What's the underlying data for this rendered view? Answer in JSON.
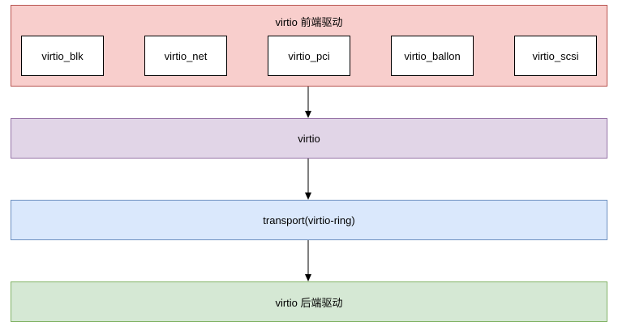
{
  "diagram": {
    "front_end": {
      "title": "virtio 前端驱动",
      "modules": [
        "virtio_blk",
        "virtio_net",
        "virtio_pci",
        "virtio_ballon",
        "virtio_scsi"
      ]
    },
    "virtio_layer": {
      "label": "virtio"
    },
    "transport_layer": {
      "label": "transport(virtio-ring)"
    },
    "back_end": {
      "label": "virtio 后端驱动"
    }
  },
  "colors": {
    "front_fill": "#f8cecc",
    "front_stroke": "#b85450",
    "virtio_fill": "#e1d5e7",
    "virtio_stroke": "#9673a6",
    "transport_fill": "#dae8fc",
    "transport_stroke": "#6c8ebf",
    "back_fill": "#d5e8d4",
    "back_stroke": "#82b366",
    "module_fill": "#ffffff",
    "arrow": "#000000"
  }
}
